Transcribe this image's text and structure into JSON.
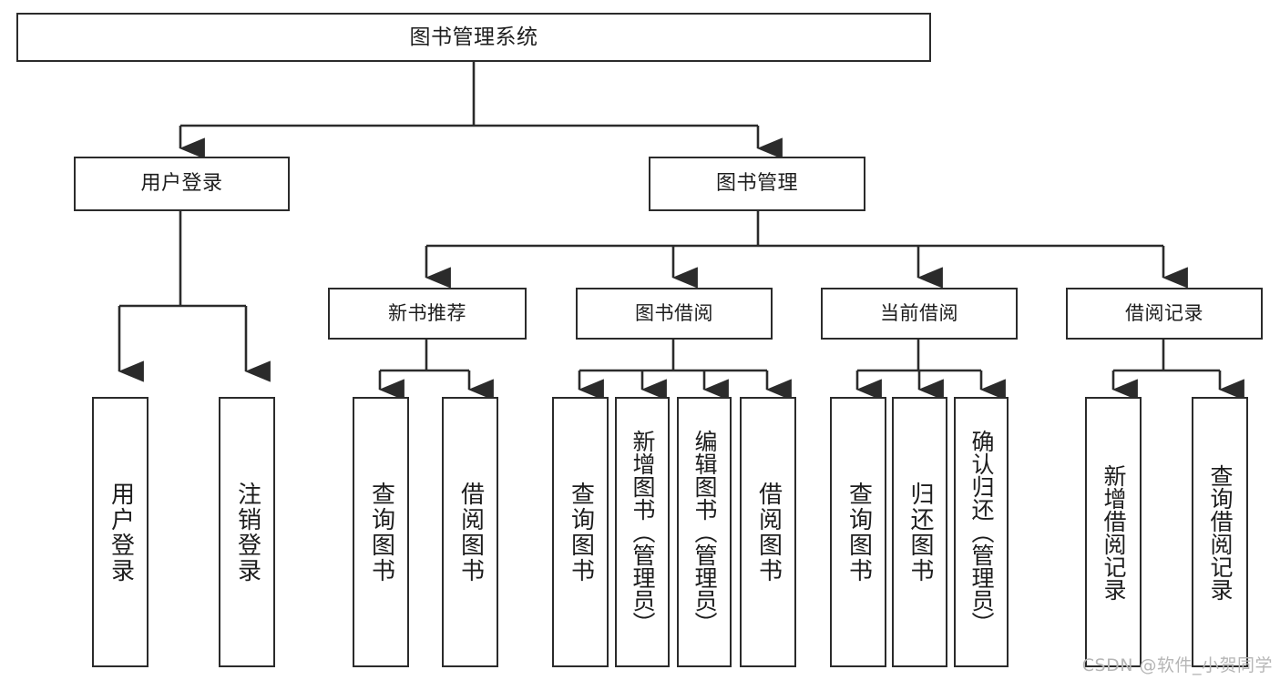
{
  "diagram": {
    "title": "图书管理系统",
    "type": "tree",
    "watermark": "CSDN @软件_小贺同学",
    "colors": {
      "box_border": "#2b2b2b",
      "box_fill": "#ffffff",
      "edge": "#2b2b2b",
      "text": "#1d1d1d",
      "watermark": "#b6b6b6",
      "background": "#ffffff"
    },
    "root": {
      "label": "图书管理系统"
    },
    "level1": [
      {
        "label": "用户登录"
      },
      {
        "label": "图书管理"
      }
    ],
    "level2": [
      {
        "label": "新书推荐"
      },
      {
        "label": "图书借阅"
      },
      {
        "label": "当前借阅"
      },
      {
        "label": "借阅记录"
      }
    ],
    "leaves": {
      "user_login": [
        {
          "label": "用户登录"
        },
        {
          "label": "注销登录"
        }
      ],
      "new_book_recommend": [
        {
          "label": "查询图书"
        },
        {
          "label": "借阅图书"
        }
      ],
      "book_borrow": [
        {
          "label": "查询图书"
        },
        {
          "label": "新增图书（管理员）"
        },
        {
          "label": "编辑图书（管理员）"
        },
        {
          "label": "借阅图书"
        }
      ],
      "current_borrow": [
        {
          "label": "查询图书"
        },
        {
          "label": "归还图书"
        },
        {
          "label": "确认归还（管理员）"
        }
      ],
      "borrow_record": [
        {
          "label": "新增借阅记录"
        },
        {
          "label": "查询借阅记录"
        }
      ]
    }
  }
}
